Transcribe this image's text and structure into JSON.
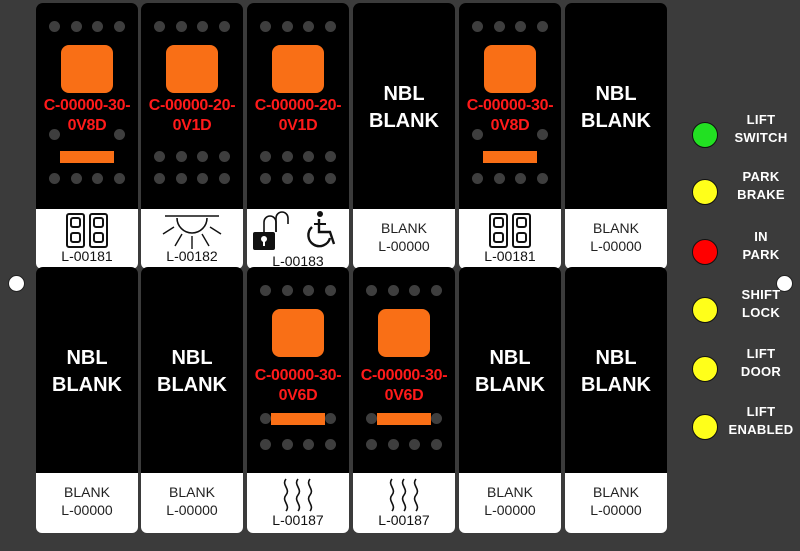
{
  "colors": {
    "panel": "#3b3b3b",
    "switch_body": "#000000",
    "lamp_orange": "#f96f16",
    "part_code_red": "#ff1a1a",
    "dot_gray": "#3e3e3e",
    "led_green": "#22e022",
    "led_yellow": "#ffff1a",
    "led_red": "#ff0000"
  },
  "switches": {
    "s1": {
      "line1": "C-00000-30-",
      "line2": "0V8D",
      "label_code": "L-00181",
      "icon": "dual-rocker-icon"
    },
    "s2": {
      "line1": "C-00000-20-",
      "line2": "0V1D",
      "label_code": "L-00182",
      "icon": "light-rays-icon"
    },
    "s3": {
      "line1": "C-00000-20-",
      "line2": "0V1D",
      "label_code": "L-00183",
      "icon": "padlock-wheelchair-icon"
    },
    "s4": {
      "line1": "NBL",
      "line2": "BLANK",
      "label_word": "BLANK",
      "label_code": "L-00000"
    },
    "s5": {
      "line1": "C-00000-30-",
      "line2": "0V8D",
      "label_code": "L-00181",
      "icon": "dual-rocker-icon"
    },
    "s6": {
      "line1": "NBL",
      "line2": "BLANK",
      "label_word": "BLANK",
      "label_code": "L-00000"
    },
    "s7": {
      "line1": "NBL",
      "line2": "BLANK",
      "label_word": "BLANK",
      "label_code": "L-00000"
    },
    "s8": {
      "line1": "NBL",
      "line2": "BLANK",
      "label_word": "BLANK",
      "label_code": "L-00000"
    },
    "s9": {
      "line1": "C-00000-30-",
      "line2": "0V6D",
      "label_code": "L-00187",
      "icon": "heat-waves-icon"
    },
    "s10": {
      "line1": "C-00000-30-",
      "line2": "0V6D",
      "label_code": "L-00187",
      "icon": "heat-waves-icon"
    },
    "s11": {
      "line1": "NBL",
      "line2": "BLANK",
      "label_word": "BLANK",
      "label_code": "L-00000"
    },
    "s12": {
      "line1": "NBL",
      "line2": "BLANK",
      "label_word": "BLANK",
      "label_code": "L-00000"
    }
  },
  "indicators": [
    {
      "line1": "LIFT",
      "line2": "SWITCH",
      "color": "#22e022"
    },
    {
      "line1": "PARK",
      "line2": "BRAKE",
      "color": "#ffff1a"
    },
    {
      "line1": "IN",
      "line2": "PARK",
      "color": "#ff0000"
    },
    {
      "line1": "SHIFT",
      "line2": "LOCK",
      "color": "#ffff1a"
    },
    {
      "line1": "LIFT",
      "line2": "DOOR",
      "color": "#ffff1a"
    },
    {
      "line1": "LIFT",
      "line2": "ENABLED",
      "color": "#ffff1a"
    }
  ]
}
